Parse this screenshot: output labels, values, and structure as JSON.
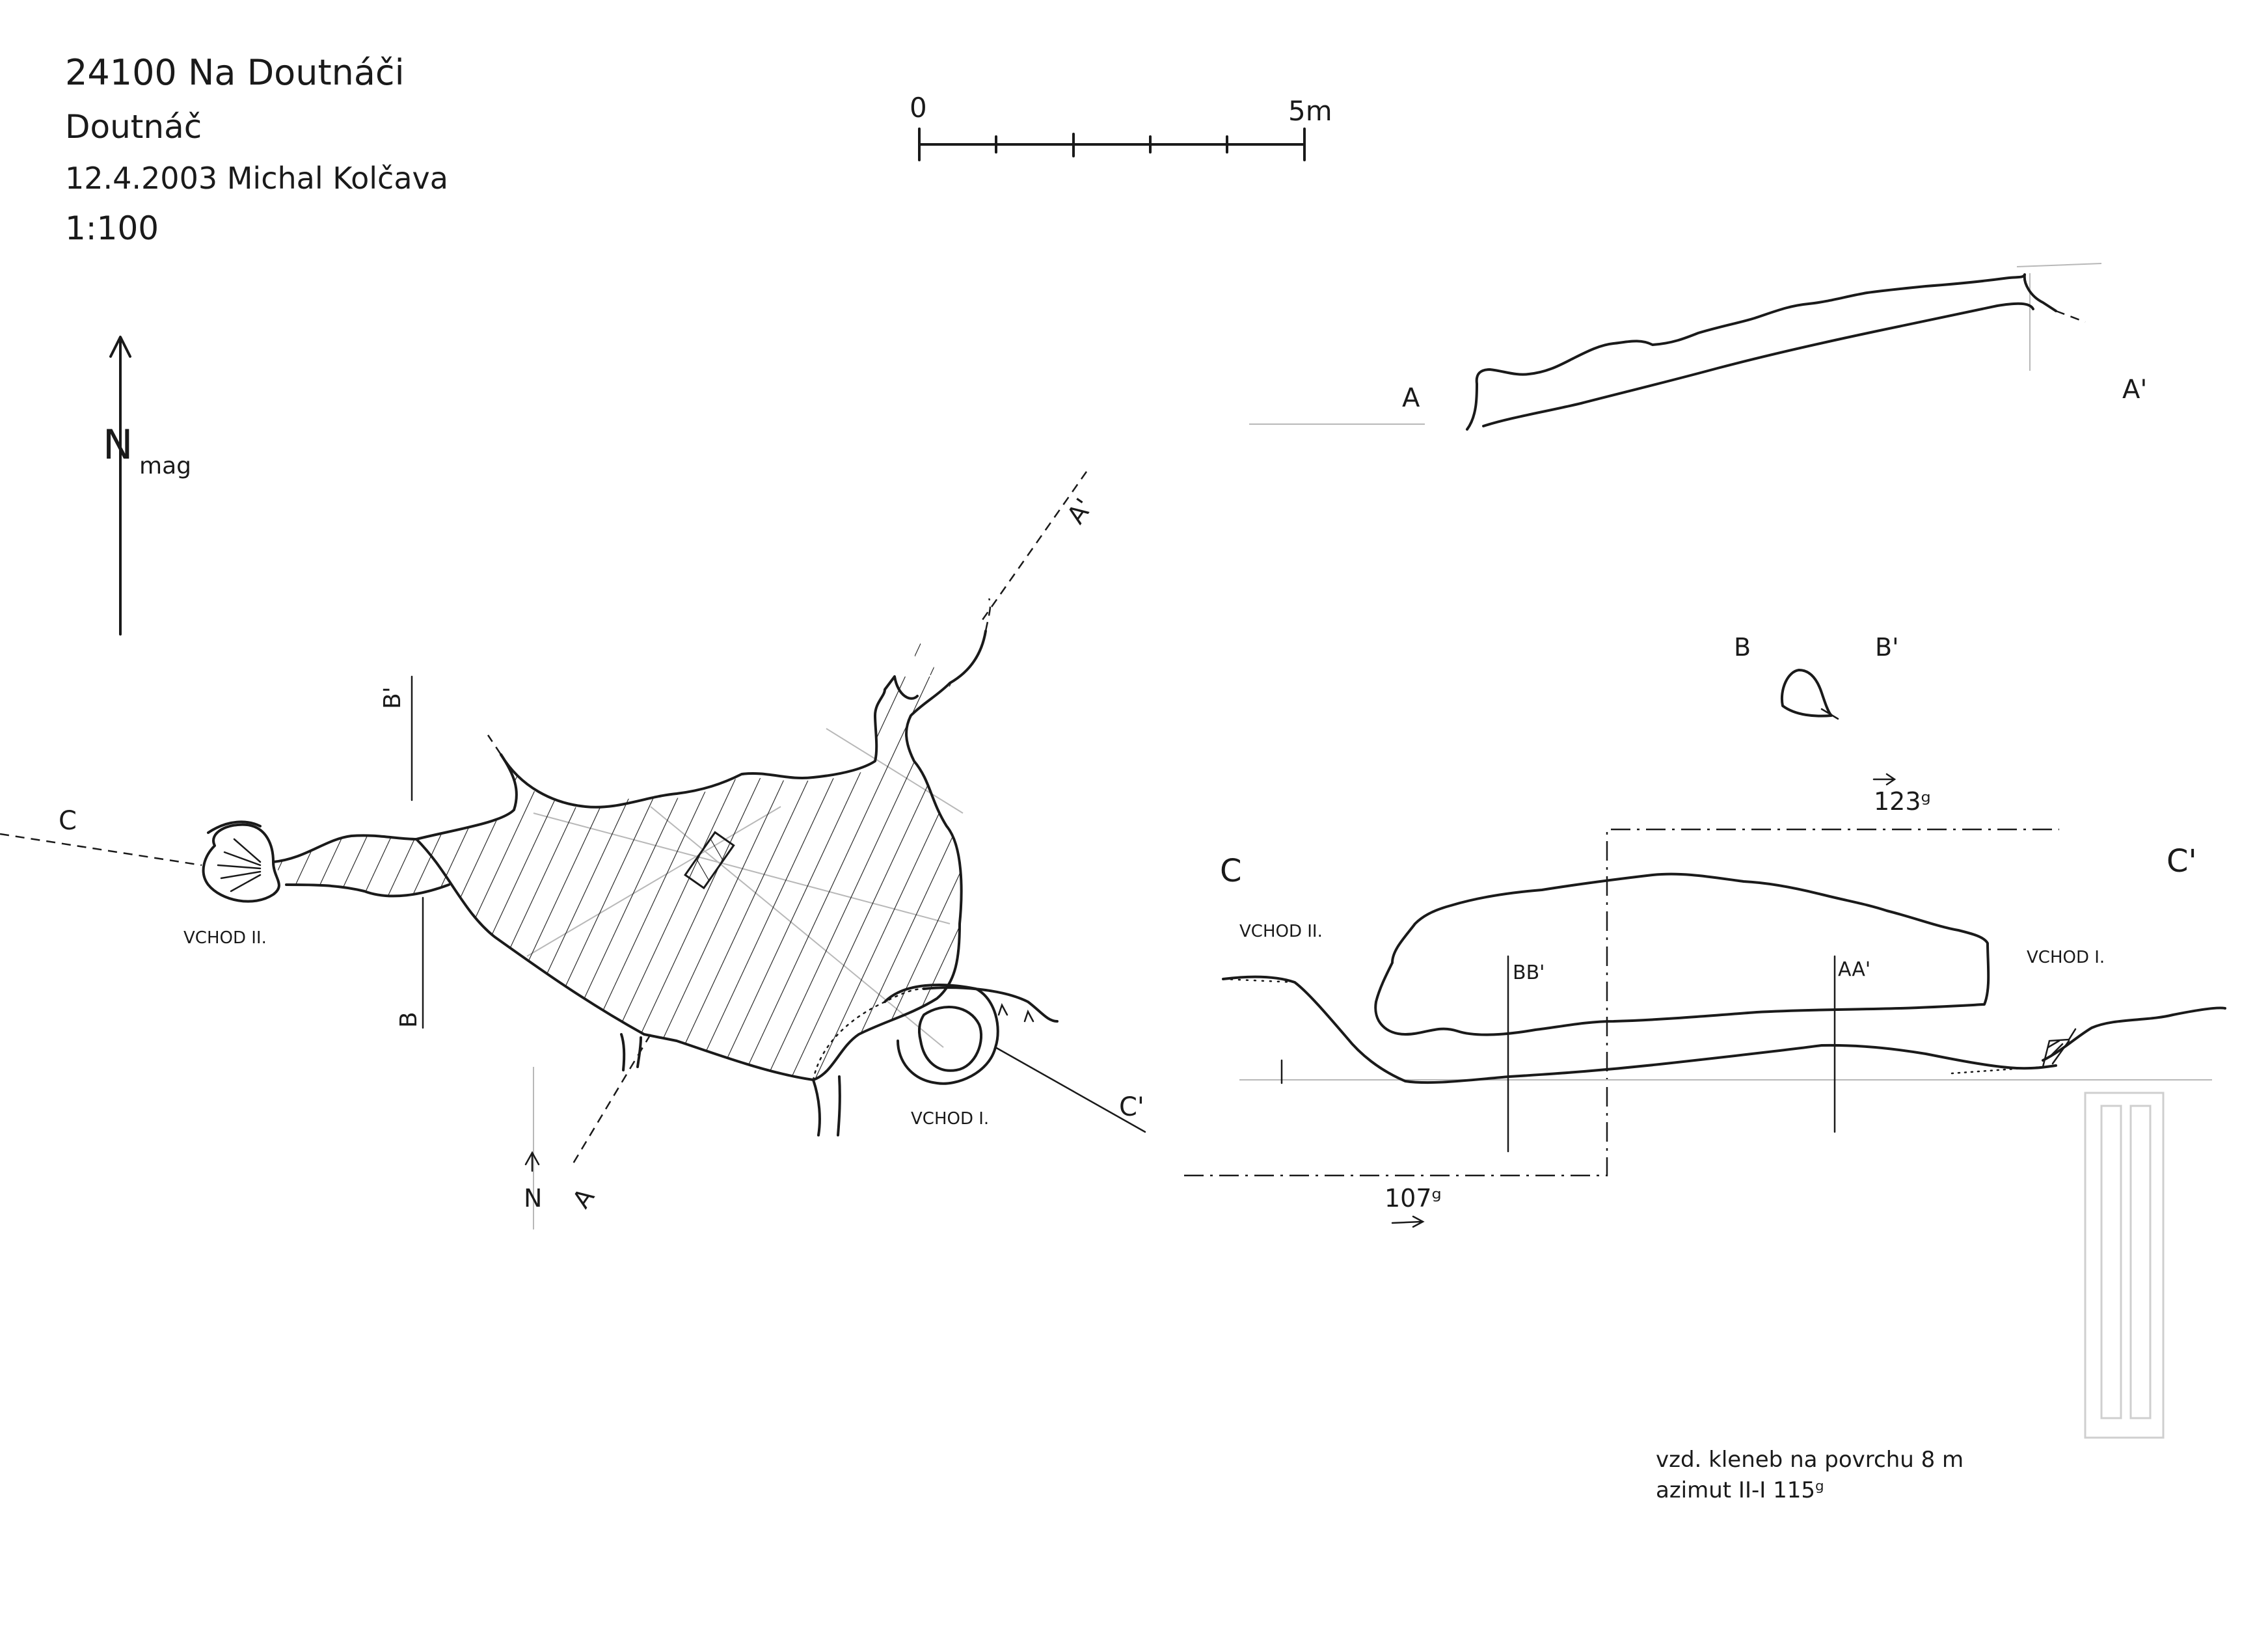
{
  "header": {
    "id_name": "24100 Na Doutnáči",
    "locality": "Doutnáč",
    "date_author": "12.4.2003  Michal Kolčava",
    "scale": "1:100"
  },
  "scale_bar": {
    "start_label": "0",
    "end_label": "5m"
  },
  "north_arrow": {
    "letter": "N",
    "subscript": "mag"
  },
  "plan": {
    "section_labels": {
      "a": "A",
      "a_prime": "A'",
      "b": "B",
      "b_prime": "B'",
      "c": "C",
      "c_prime": "C'"
    },
    "entrance_2": "VCHOD II.",
    "entrance_1": "VCHOD I.",
    "small_north": "N"
  },
  "profile_aa": {
    "left": "A",
    "right": "A'"
  },
  "profile_bb": {
    "left": "B",
    "right": "B'"
  },
  "profile_cc": {
    "left": "C",
    "right": "C'",
    "entrance_2": "VCHOD II.",
    "entrance_1": "VCHOD I.",
    "marker_bb": "BB'",
    "marker_aa": "AA'",
    "azimuth_top": "123ᵍ",
    "azimuth_bottom": "107ᵍ"
  },
  "notes": {
    "line1": "vzd. kleneb na povrchu  8 m",
    "line2": "azimut  II-I        115ᵍ"
  }
}
